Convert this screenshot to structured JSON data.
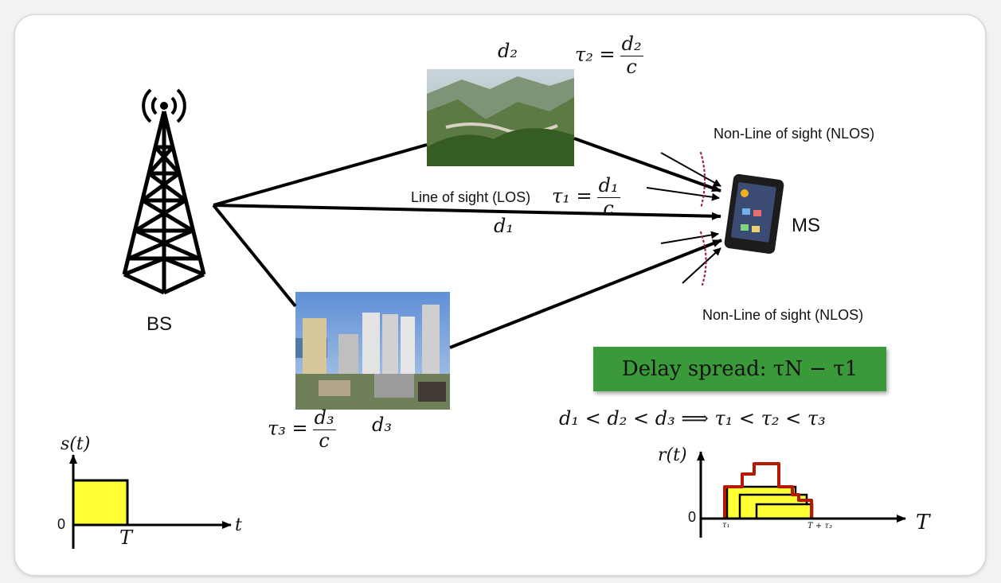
{
  "labels": {
    "bs": "BS",
    "ms": "MS",
    "nlos_top": "Non-Line of sight (NLOS)",
    "nlos_bottom": "Non-Line of sight (NLOS)",
    "los": "Line of sight (LOS)"
  },
  "math": {
    "tau": "τ",
    "d1": "d₁",
    "d2": "d₂",
    "d3": "d₃",
    "c": "c",
    "eq": "=",
    "tau1": "τ₁",
    "tau2": "τ₂",
    "tau3": "τ₃",
    "delay_spread": "Delay spread: τN − τ1",
    "inequality": "d₁ < d₂ < d₃ ⟹ τ₁ < τ₂ < τ₃",
    "s_t": "s(t)",
    "r_t": "r(t)",
    "zero": "0",
    "T": "T",
    "t": "t",
    "tau1_small": "τ₁",
    "T_plus_tau3": "T + τ₃"
  },
  "colors": {
    "pulse_fill": "#ffff33",
    "envelope": "#b31a00",
    "delay_box": "#3a9a3a",
    "scatter_dots": "#a0203a"
  },
  "images": {
    "mountain": "mountain-landscape-photo",
    "city": "city-buildings-photo",
    "phone": "smartphone-photo",
    "tower": "antenna-tower-icon"
  }
}
